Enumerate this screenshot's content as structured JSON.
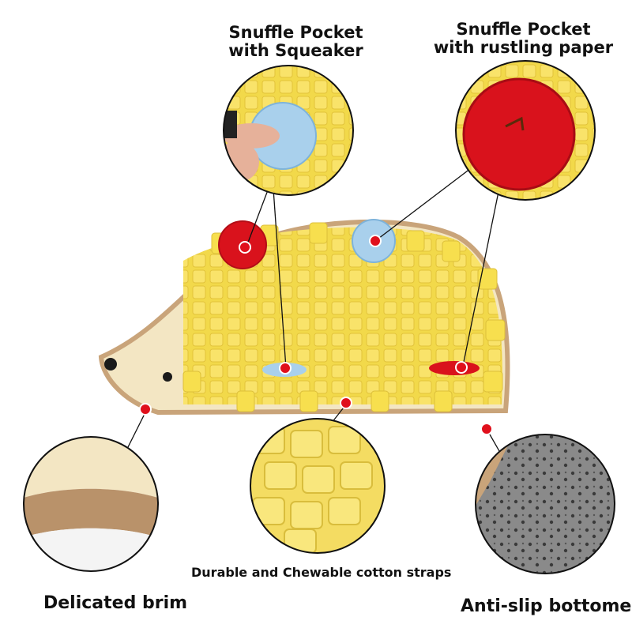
{
  "callouts": {
    "squeaker": {
      "line1": "Snuffle Pocket",
      "line2": "with Squeaker"
    },
    "rustling": {
      "line1": "Snuffle Pocket",
      "line2": "with rustling paper"
    },
    "brim": "Delicated brim",
    "straps": "Durable and Chewable cotton straps",
    "antislip": "Anti-slip bottome"
  },
  "colors": {
    "strap_yellow": "#f7df4e",
    "mat_beige": "#f3e6c3",
    "brim_brown": "#c9a47a",
    "pocket_red": "#d9121c",
    "pocket_blue": "#a9d0ec",
    "marker_red": "#e0101c",
    "antislip_gray": "#8f8f8f"
  }
}
